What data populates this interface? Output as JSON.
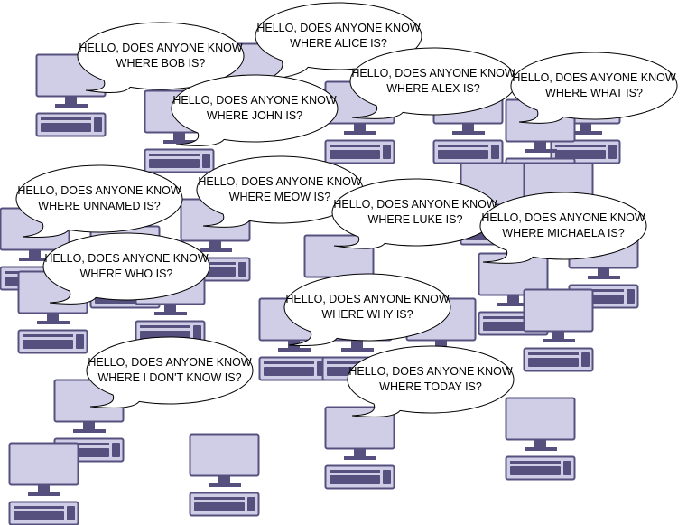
{
  "colors": {
    "screen_fill": "#d0cee6",
    "outline": "#56507f",
    "bubble_fill": "#ffffff",
    "bubble_stroke": "#000000"
  },
  "icons": [
    "desktop-computer-icon",
    "speech-bubble"
  ],
  "bubbles": [
    {
      "line1": "HELLO, DOES ANYONE KNOW",
      "line2": "WHERE BOB IS?"
    },
    {
      "line1": "HELLO, DOES ANYONE KNOW",
      "line2": "WHERE ALICE IS?"
    },
    {
      "line1": "HELLO, DOES ANYONE KNOW",
      "line2": "WHERE JOHN IS?"
    },
    {
      "line1": "HELLO, DOES ANYONE KNOW",
      "line2": "WHERE ALEX IS?"
    },
    {
      "line1": "HELLO, DOES ANYONE KNOW",
      "line2": "WHERE WHAT IS?"
    },
    {
      "line1": "HELLO, DOES ANYONE KNOW",
      "line2": "WHERE UNNAMED IS?"
    },
    {
      "line1": "HELLO, DOES ANYONE KNOW",
      "line2": "WHERE LUKE IS?"
    },
    {
      "line1": "HELLO, DOES ANYONE KNOW",
      "line2": "WHERE MEOW IS?"
    },
    {
      "line1": "HELLO, DOES ANYONE KNOW",
      "line2": "WHERE MICHAELA IS?"
    },
    {
      "line1": "HELLO, DOES ANYONE KNOW",
      "line2": "WHERE WHO IS?"
    },
    {
      "line1": "HELLO, DOES ANYONE KNOW",
      "line2": "WHERE WHY IS?"
    },
    {
      "line1": "HELLO, DOES ANYONE KNOW",
      "line2": "WHERE I DON'T KNOW IS?"
    },
    {
      "line1": "HELLO, DOES ANYONE KNOW",
      "line2": "WHERE TODAY IS?"
    }
  ]
}
